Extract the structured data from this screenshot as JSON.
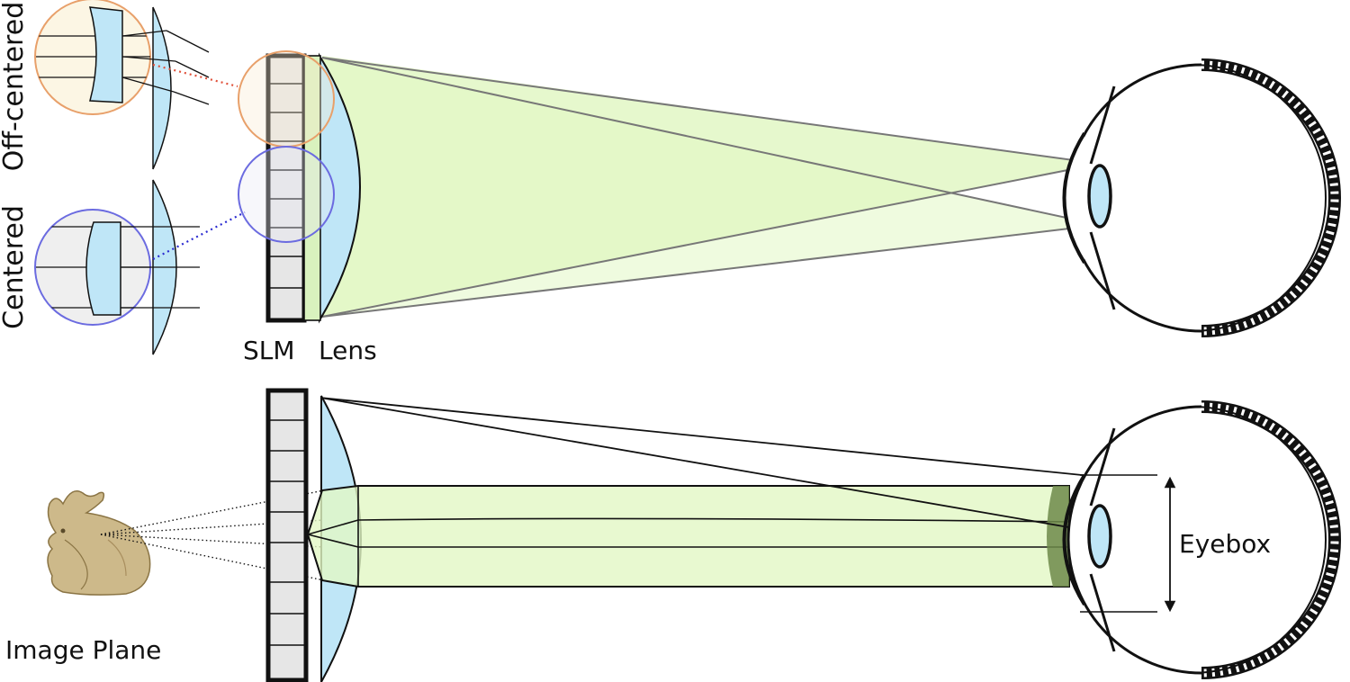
{
  "labels": {
    "off_centered": "Off-centered",
    "centered": "Centered",
    "slm": "SLM",
    "lens": "Lens",
    "image_plane": "Image Plane",
    "eyebox": "Eyebox"
  },
  "colors": {
    "lens_fill": "#bfe6f7",
    "beam_fill": "#e2f7c4",
    "off_centered_ring": "#e8a06a",
    "off_centered_fill": "#fcf6e4",
    "centered_ring": "#6b6be0",
    "centered_fill": "#efefef",
    "off_centered_link": "#e0503a",
    "centered_link": "#2a2ad0",
    "slm_cell": "#e6e6e6",
    "bunny": "#cdb98a"
  },
  "icons": {
    "image_plane_object": "bunny-icon",
    "eye": "eye-icon"
  }
}
